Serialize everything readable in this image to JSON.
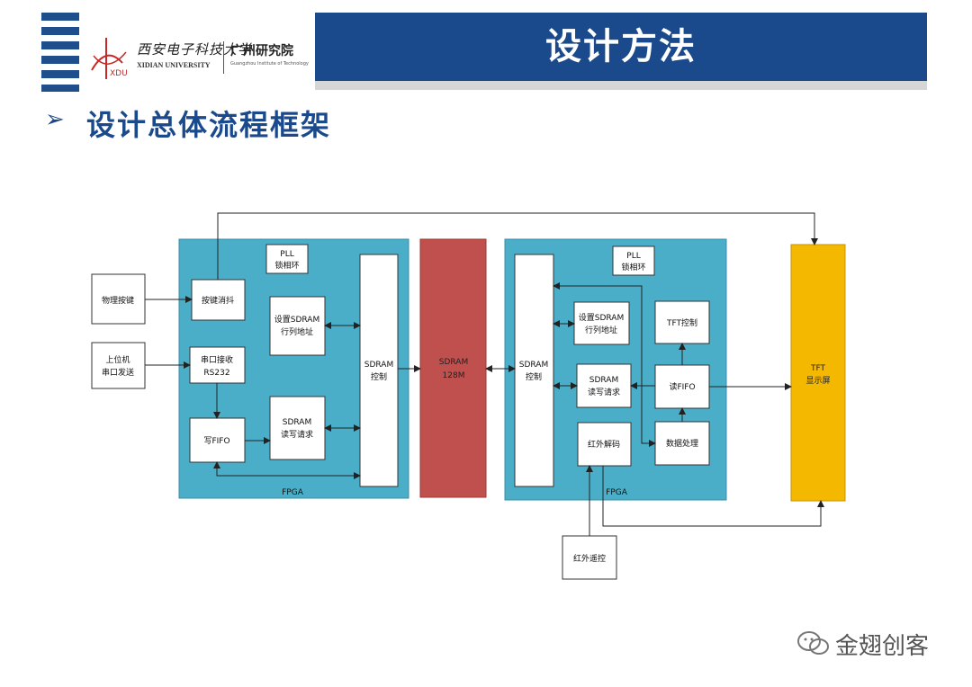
{
  "header": {
    "title": "设计方法"
  },
  "logo": {
    "university_cn": "西安电子科技大学",
    "university_en": "XIDIAN UNIVERSITY",
    "institute": "广州研究院",
    "institute_en": "Guangzhou Institute of Technology",
    "emblem_text": "XDU"
  },
  "subtitle": {
    "bullet": "➢",
    "text": "设计总体流程框架"
  },
  "diagram": {
    "left_fpga": {
      "label": "FPGA",
      "pll": [
        "PLL",
        "锁相环"
      ],
      "key_debounce": "按键消抖",
      "uart_rx": [
        "串口接收",
        "RS232"
      ],
      "write_fifo": "写FIFO",
      "set_addr": [
        "设置SDRAM",
        "行列地址"
      ],
      "rw_req": [
        "SDRAM",
        "读写请求"
      ],
      "sdram_ctrl": [
        "SDRAM",
        "控制"
      ]
    },
    "sdram": [
      "SDRAM",
      "128M"
    ],
    "right_fpga": {
      "label": "FPGA",
      "pll": [
        "PLL",
        "锁相环"
      ],
      "sdram_ctrl": [
        "SDRAM",
        "控制"
      ],
      "set_addr": [
        "设置SDRAM",
        "行列地址"
      ],
      "rw_req": [
        "SDRAM",
        "读写请求"
      ],
      "ir_decode": "红外解码",
      "tft_ctrl": "TFT控制",
      "read_fifo": "读FIFO",
      "data_proc": "数据处理"
    },
    "tft_screen": [
      "TFT",
      "显示屏"
    ],
    "physical_key": "物理按键",
    "host_pc": [
      "上位机",
      "串口发送"
    ],
    "ir_remote": "红外遥控"
  },
  "watermark": {
    "text": "金翅创客"
  },
  "colors": {
    "header_blue": "#1b4a8c",
    "fpga_fill": "#4aaec8",
    "sdram_fill": "#c0504d",
    "tft_fill": "#f5b800"
  }
}
